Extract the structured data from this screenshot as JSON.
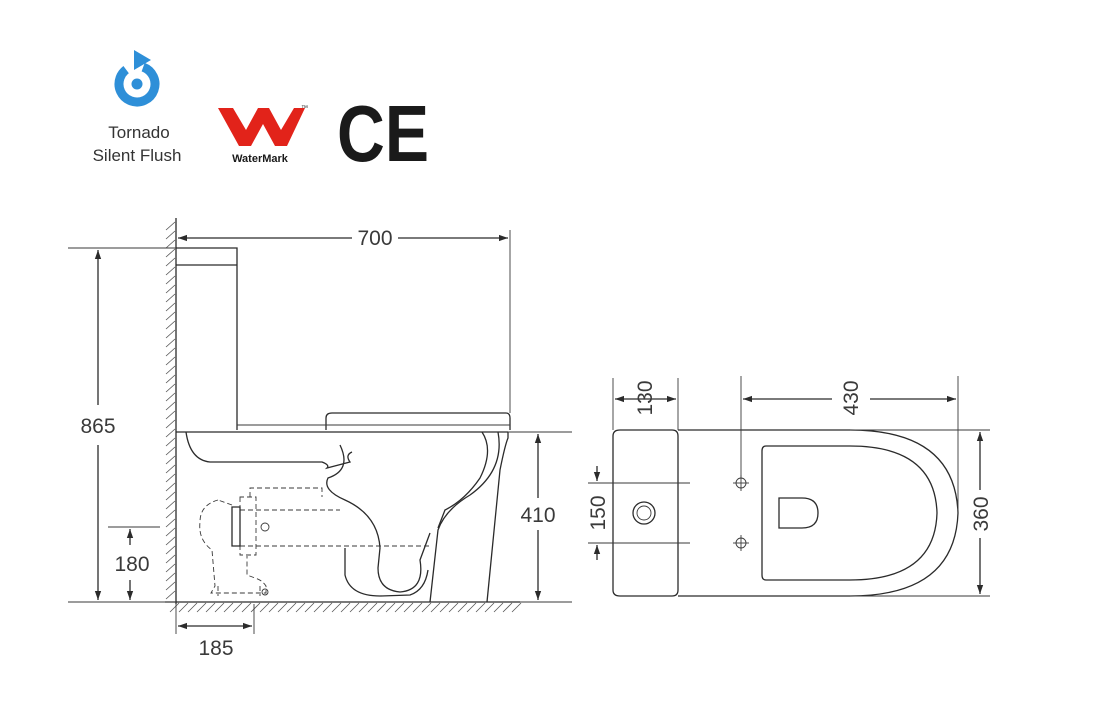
{
  "logos": {
    "tornado": {
      "line1": "Tornado",
      "line2": "Silent Flush",
      "color": "#2e8fd8",
      "icon": "circular-arrow-icon"
    },
    "watermark": {
      "label": "WaterMark",
      "tm": "™",
      "color": "#e2231a",
      "icon": "watermark-w-icon"
    },
    "ce": {
      "label": "CE",
      "icon": "ce-mark-icon"
    }
  },
  "side_view": {
    "dims": {
      "length": "700",
      "height": "865",
      "rim_height": "410",
      "outlet_height": "180",
      "outlet_setback": "185"
    }
  },
  "top_view": {
    "dims": {
      "tank_depth": "130",
      "bowl_length": "430",
      "inlet_spacing": "150",
      "width": "360"
    }
  }
}
